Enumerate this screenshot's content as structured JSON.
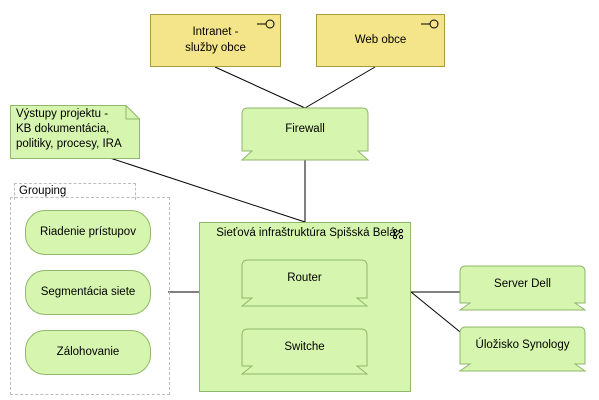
{
  "elements": {
    "intranet": "Intranet -\nslužby obce",
    "web": "Web obce",
    "firewall": "Firewall",
    "note": "Výstupy projektu -\nKB dokumentácia,\npolitiky, procesy, IRA",
    "grouping": "Grouping",
    "riadenie": "Riadenie prístupov",
    "segmentacia": "Segmentácia siete",
    "zalohovanie": "Zálohovanie",
    "network": "Sieťová infraštruktúra Spišská Belá",
    "router": "Router",
    "switche": "Switche",
    "server": "Server Dell",
    "ulozisko": "Úložisko Synology"
  },
  "colors": {
    "application_service": "#f5e58a",
    "technology": "#d6f5ae",
    "line": "#000000"
  }
}
